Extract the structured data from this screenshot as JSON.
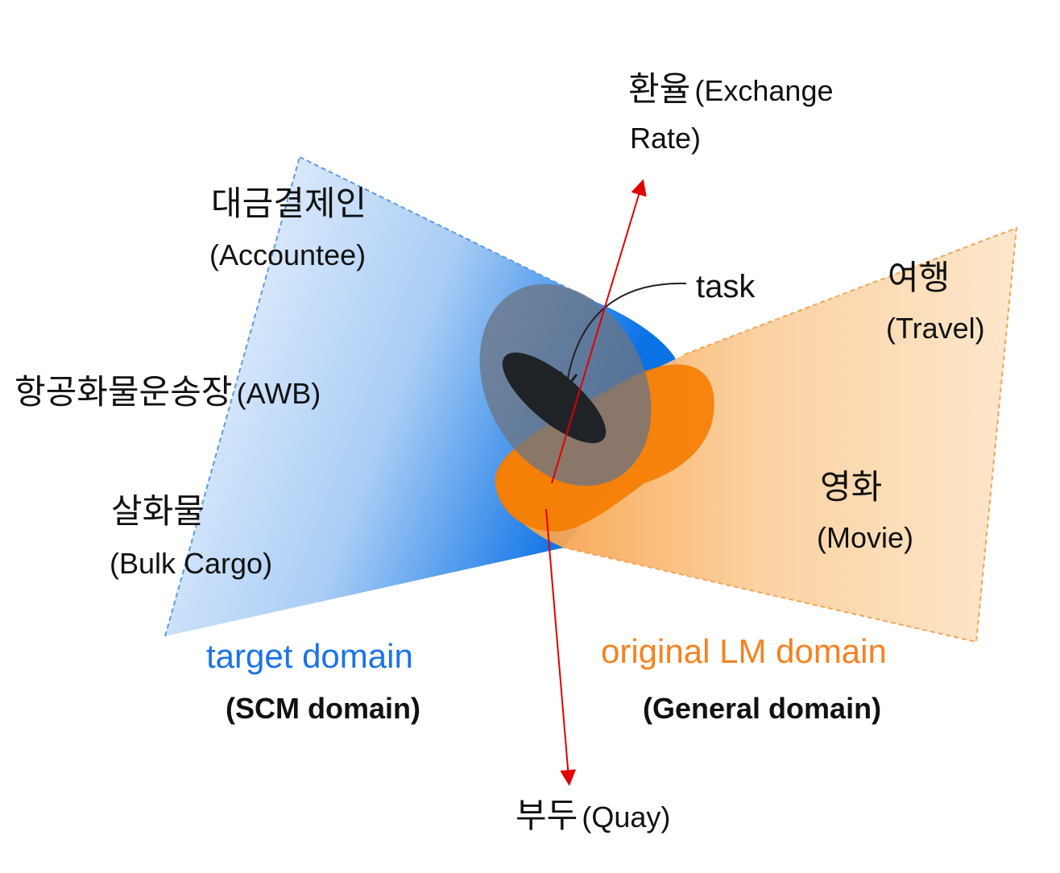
{
  "labels": {
    "exchange": {
      "ko": "환율",
      "en_line1": "(Exchange",
      "en_line2": "Rate)"
    },
    "accountee": {
      "ko": "대금결제인",
      "en": "(Accountee)"
    },
    "awb": {
      "ko": "항공화물운송장",
      "en": "(AWB)"
    },
    "bulk": {
      "ko": "살화물",
      "en": "(Bulk Cargo)"
    },
    "travel": {
      "ko": "여행",
      "en": "(Travel)"
    },
    "movie": {
      "ko": "영화",
      "en": "(Movie)"
    },
    "quay": {
      "ko": "부두",
      "en": "(Quay)"
    },
    "task": "task"
  },
  "domains": {
    "target": {
      "title": "target domain",
      "subtitle": "(SCM domain)",
      "color": "#1a73e8"
    },
    "original": {
      "title": "original LM domain",
      "subtitle": "(General domain)",
      "color": "#f58220"
    }
  },
  "colors": {
    "arrow": "#e00000",
    "task_outer": "#6b7584",
    "task_inner": "#1f2328"
  }
}
